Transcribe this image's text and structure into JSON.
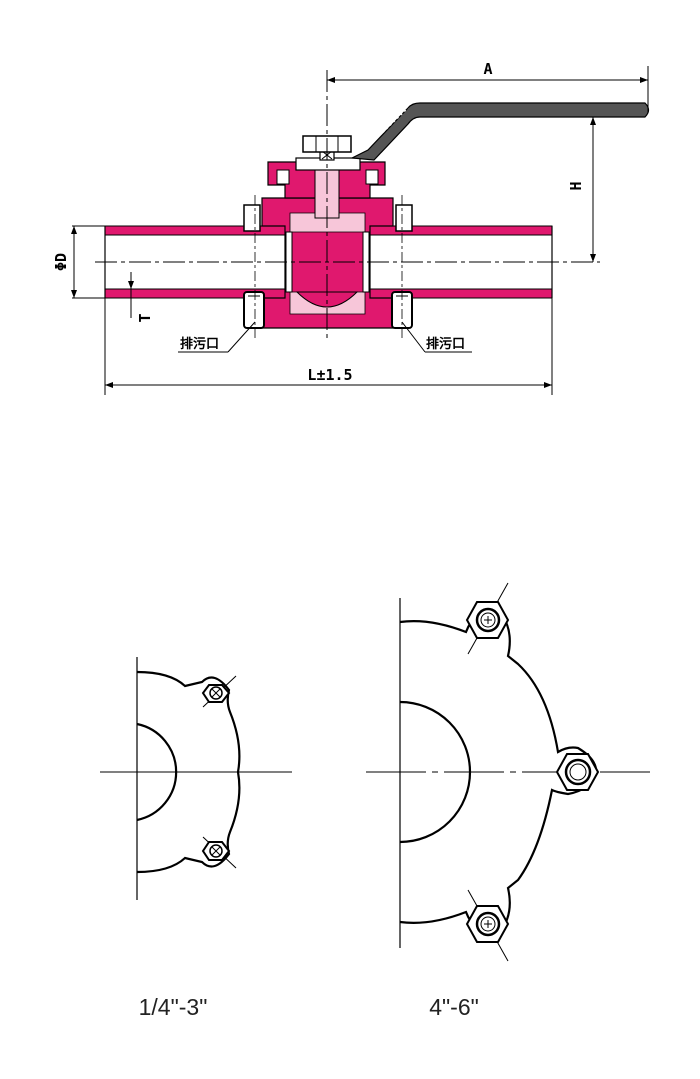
{
  "dimensions": {
    "a": "A",
    "h": "H",
    "d": "ΦD",
    "t": "T",
    "l": "L±1.5"
  },
  "drain_port_label": "排污口",
  "variants": [
    {
      "caption": "1/4\"-3\""
    },
    {
      "caption": "4\"-6\""
    }
  ],
  "colors": {
    "body_section": "#e0186e",
    "light_section": "#f7c6d9",
    "line": "#000000"
  }
}
